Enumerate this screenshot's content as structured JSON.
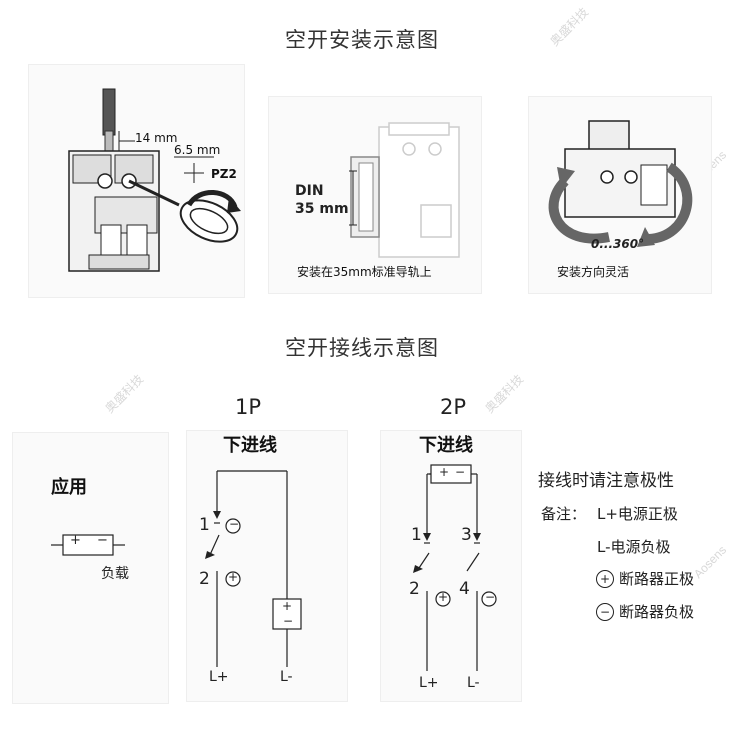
{
  "watermarks": [
    "奥盛科技",
    "Aosens"
  ],
  "installation": {
    "title": "空开安装示意图",
    "panel1": {
      "dim_wire": "14 mm",
      "dim_screw": "6.5 mm",
      "screwdriver": "PZ2"
    },
    "panel2": {
      "din_label_1": "DIN",
      "din_label_2": "35 mm",
      "caption": "安装在35mm标准导轨上"
    },
    "panel3": {
      "angle": "0...360°",
      "caption": "安装方向灵活"
    }
  },
  "wiring": {
    "title": "空开接线示意图",
    "application": {
      "label": "应用",
      "plus": "+",
      "minus": "−",
      "load_label": "负载"
    },
    "one_pole": {
      "label": "1P",
      "entry": "下进线",
      "t1": "1",
      "t2": "2",
      "l_plus": "L+",
      "l_minus": "L-",
      "plus": "+",
      "minus": "−"
    },
    "two_pole": {
      "label": "2P",
      "entry": "下进线",
      "t1": "1",
      "t2": "2",
      "t3": "3",
      "t4": "4",
      "l_plus": "L+",
      "l_minus": "L-",
      "plus": "+",
      "minus": "−"
    },
    "notes": {
      "heading": "接线时请注意极性",
      "remark_label": "备注：",
      "line1": "L+电源正极",
      "line2": "L-电源负极",
      "line3": "断路器正极",
      "line4": "断路器负极",
      "plus": "+",
      "minus": "−"
    }
  },
  "colors": {
    "line": "#222222",
    "panel_bg": "#fafafa",
    "arrow_gray": "#666666"
  }
}
